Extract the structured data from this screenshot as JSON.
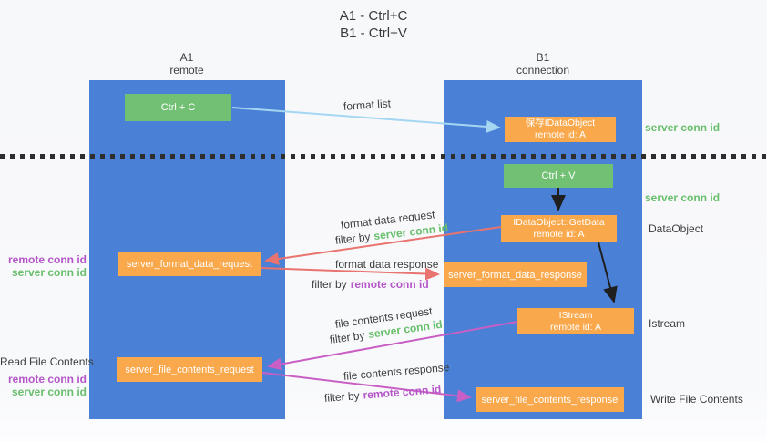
{
  "title": {
    "line1": "A1 - Ctrl+C",
    "line2": "B1 - Ctrl+V"
  },
  "lanes": {
    "left": {
      "title": "A1",
      "subtitle": "remote"
    },
    "right": {
      "title": "B1",
      "subtitle": "connection"
    }
  },
  "nodes": {
    "ctrl_c": {
      "label": "Ctrl + C"
    },
    "ctrl_v": {
      "label": "Ctrl + V"
    },
    "save_dataobject": {
      "line1": "保存IDataObject",
      "line2": "remote id: A"
    },
    "getdata": {
      "line1": "IDataObject::GetData",
      "line2": "remote id: A"
    },
    "istream": {
      "line1": "IStream",
      "line2": "remote id: A"
    },
    "server_format_data_request": {
      "label": "server_format_data_request"
    },
    "server_format_data_response": {
      "label": "server_format_data_response"
    },
    "server_file_contents_request": {
      "label": "server_file_contents_request"
    },
    "server_file_contents_response": {
      "label": "server_file_contents_response"
    }
  },
  "edge_labels": {
    "format_list": "format list",
    "format_data_request": "format data request",
    "format_data_response": "format data response",
    "file_contents_request": "file contents request",
    "file_contents_response": "file contents response",
    "filter_by": "filter by",
    "server_conn_id": "server conn id",
    "remote_conn_id": "remote conn id"
  },
  "side_labels": {
    "server_conn_id": "server conn id",
    "remote_conn_id": "remote conn id",
    "dataobject": "DataObject",
    "istream": "Istream",
    "read_file_contents": "Read File Contents",
    "write_file_contents": "Write File Contents"
  },
  "colors": {
    "lane_blue": "#4a80d5",
    "node_green": "#71c074",
    "node_orange": "#f9a84c",
    "arrow_light_blue": "#a5d6f2",
    "arrow_salmon": "#e8736f",
    "arrow_magenta": "#c95fc5",
    "arrow_black": "#1f1f1f",
    "text_green": "#67bf6b",
    "text_purple": "#b455c8",
    "text_dark": "#3e3e3e",
    "separator_dark": "#2e2e2e"
  }
}
